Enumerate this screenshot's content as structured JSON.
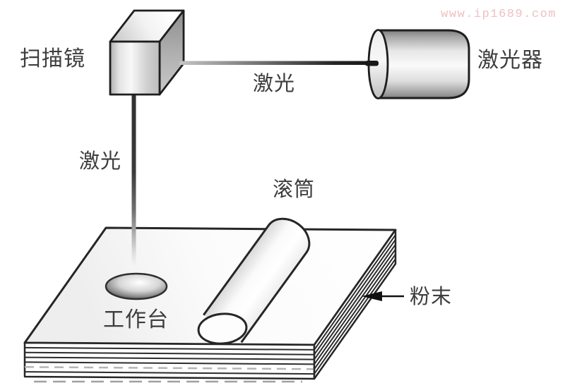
{
  "watermark": {
    "text": "www.ip1689.com",
    "color": "#eec0c2"
  },
  "labels": {
    "scanner_mirror": "扫描镜",
    "laser_beam_horizontal": "激光",
    "laser_source": "激光器",
    "laser_beam_vertical": "激光",
    "roller": "滚筒",
    "worktable": "工作台",
    "powder": "粉末"
  },
  "colors": {
    "background": "#ffffff",
    "outline": "#262626",
    "label_text": "#3d3d3d",
    "watermark_pink": "#eec0c2"
  }
}
